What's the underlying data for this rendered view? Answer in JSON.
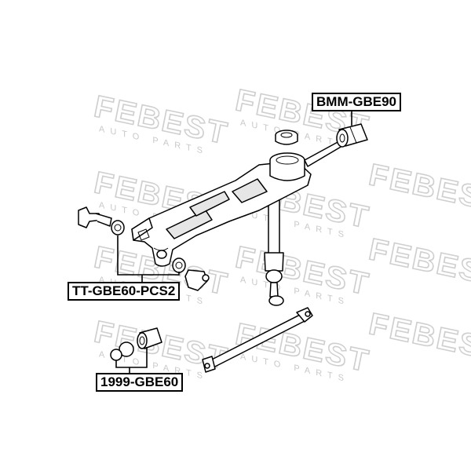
{
  "watermark": {
    "word": "FEBEST",
    "subtitle": "AUTO PARTS"
  },
  "labels": {
    "bmm": "BMM-GBE90",
    "tt": "TT-GBE60-PCS2",
    "b1999": "1999-GBE60"
  },
  "colors": {
    "outline": "#000000",
    "watermark": "#cfcfcf",
    "background": "#ffffff"
  }
}
